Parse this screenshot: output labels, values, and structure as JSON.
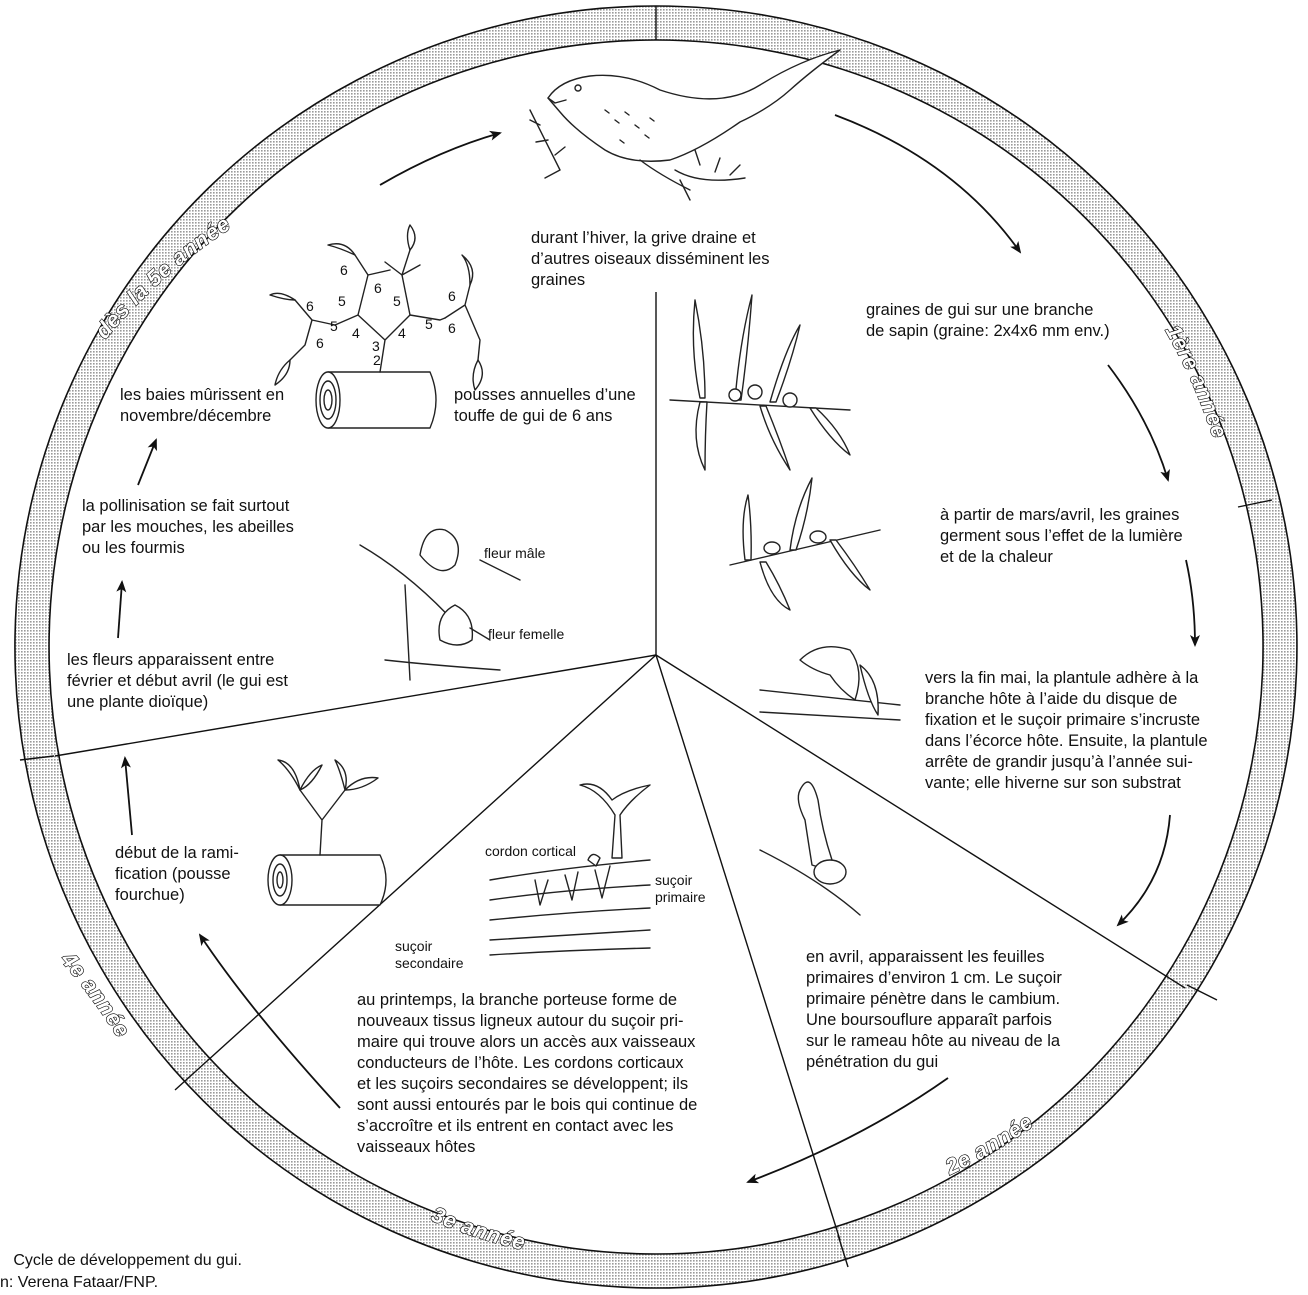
{
  "years": {
    "y1": "1ère année",
    "y2": "2e année",
    "y3": "3e année",
    "y4": "4e année",
    "y5": "dès la 5e année"
  },
  "texts": {
    "winter": "durant l’hiver, la grive draine et\nd’autres oiseaux disséminent les\ngraines",
    "seeds": "graines de gui sur une branche\nde sapin (graine: 2x4x6 mm env.)",
    "germ": "à partir de mars/avril, les graines\ngerment sous l’effet de la lumière\net de la chaleur",
    "may": "vers la fin mai, la plantule adhère à la\nbranche hôte à l’aide du disque de\nfixation et le suçoir primaire s’incruste\ndans l’écorce hôte. Ensuite, la plantule\narrête de grandir jusqu’à l’année sui-\nvante; elle hiverne sur son substrat",
    "april": "en avril, apparaissent les feuilles\nprimaires d’environ 1 cm. Le suçoir\nprimaire pénètre dans le cambium.\nUne boursouflure apparaît parfois\nsur le rameau hôte au niveau de la\npénétration du gui",
    "spring": "au printemps, la branche porteuse forme de\nnouveaux tissus ligneux autour du suçoir pri-\nmaire qui trouve alors un accès aux vaisseaux\nconducteurs de l’hôte. Les cordons corticaux\net les suçoirs secondaires se développent; ils\nsont aussi entourés par le bois qui continue de\ns’accroître et ils entrent en contact avec les\nvaisseaux hôtes",
    "ramif": "début de la rami-\nfication (pousse\nfourchue)",
    "flowers": "les fleurs apparaissent entre\nfévrier et début avril (le gui est\nune plante dioïque)",
    "pollin": "la pollinisation se fait surtout\npar les mouches, les abeilles\nou les fourmis",
    "berries": "les baies mûrissent en\nnovembre/décembre",
    "shoots": "pousses annuelles d’une\ntouffe de gui de 6 ans"
  },
  "labels": {
    "male": "fleur mâle",
    "female": "fleur femelle",
    "cordon": "cordon cortical",
    "sucoir_p": "suçoir\nprimaire",
    "sucoir_s": "suçoir\nsecondaire",
    "n2": "2",
    "n3": "3",
    "n4": "4",
    "n5": "5",
    "n6": "6"
  },
  "caption": {
    "line1": "   Cycle de développement du gui.",
    "line2": "n: Verena Fataar/FNP."
  }
}
